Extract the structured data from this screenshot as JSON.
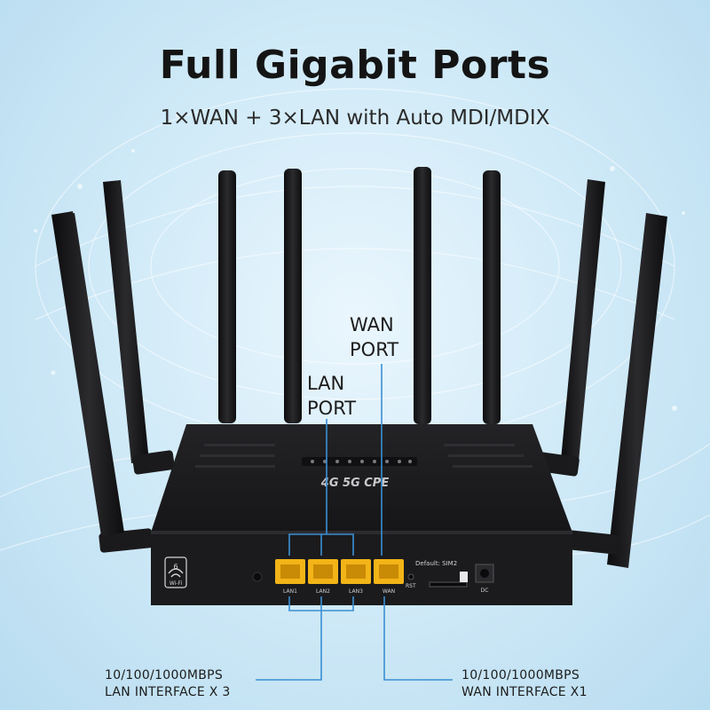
{
  "title": "Full Gigabit Ports",
  "subtitle": "1×WAN + 3×LAN with Auto MDI/MDIX",
  "callouts": {
    "wan": [
      "WAN",
      "PORT"
    ],
    "lan": [
      "LAN",
      "PORT"
    ]
  },
  "specs": {
    "lan": [
      "10/100/1000MBPS",
      "LAN INTERFACE X 3"
    ],
    "wan": [
      "10/100/1000MBPS",
      "WAN INTERFACE X1"
    ]
  },
  "device": {
    "logo_text": "4G 5G CPE",
    "port_labels": [
      "LAN1",
      "LAN2",
      "LAN3",
      "WAN"
    ],
    "sim_label": "Default: SIM2",
    "rst_label": "RST",
    "dc_label": "DC",
    "wifi_badge": "Wi-Fi",
    "wifi_number": "6"
  },
  "colors": {
    "callout_line": "#3a8fd4",
    "port_yellow": "#f2b417",
    "device_body": "#1c1c1e",
    "antenna": "#161618"
  }
}
